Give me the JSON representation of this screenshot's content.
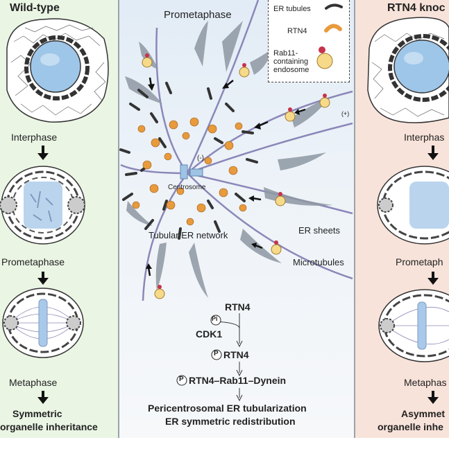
{
  "colors": {
    "left_bg": "#eaf5e4",
    "right_bg": "#f8e3da",
    "middle_bg": "#e6eef6",
    "rtn4": "#e89a3c",
    "rab11": "#f7d98a",
    "pi_dot": "#c8324a",
    "microtubule": "#8b87b8",
    "nucleus": "#9ec6e8"
  },
  "left_panel": {
    "title": "Wild-type",
    "stages": [
      "Interphase",
      "Prometaphase",
      "Metaphase"
    ],
    "outcome_line1": "Symmetric",
    "outcome_line2": "organelle inheritance"
  },
  "middle_panel": {
    "stage_title": "Prometaphase",
    "legend": {
      "er_tubules": "ER tubules",
      "rtn4": "RTN4",
      "rab11_line1": "Rab11-",
      "rab11_line2": "containing",
      "rab11_line3": "endosome"
    },
    "labels": {
      "minus_end": "(-)",
      "plus_end": "(+)",
      "centrosome": "Centrosome",
      "tubular_er": "Tubular ER network",
      "er_sheets": "ER sheets",
      "microtubules": "Microtubules"
    },
    "pathway": {
      "step1": "RTN4",
      "kinase": "CDK1",
      "pi": "Pi",
      "step2": "RTN4",
      "step3": "RTN4–Rab11–Dynein",
      "p_symbol": "P",
      "outcome_line1": "Pericentrosomal ER tubularization",
      "outcome_line2": "ER symmetric redistribution"
    }
  },
  "right_panel": {
    "title": "RTN4 knoc",
    "stages": [
      "Interphas",
      "Prometaph",
      "Metaphas"
    ],
    "outcome_line1": "Asymmet",
    "outcome_line2": "organelle inhe"
  }
}
